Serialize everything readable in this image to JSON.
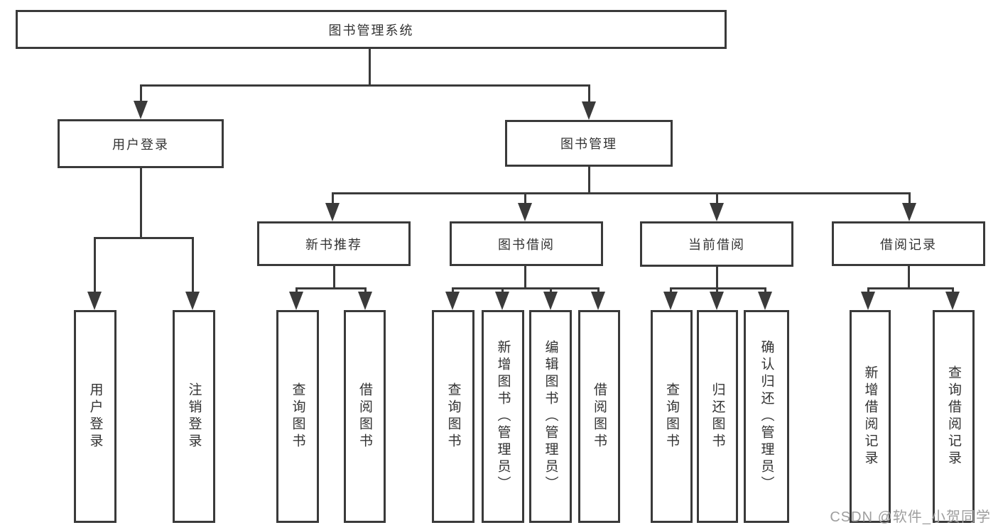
{
  "nodes": {
    "root": {
      "label": "图书管理系统"
    },
    "level2": [
      {
        "label": "用户登录"
      },
      {
        "label": "图书管理"
      }
    ],
    "level3": [
      {
        "label": "新书推荐"
      },
      {
        "label": "图书借阅"
      },
      {
        "label": "当前借阅"
      },
      {
        "label": "借阅记录"
      }
    ],
    "leaves": {
      "user_login": [
        {
          "label": "用户登录"
        },
        {
          "label": "注销登录"
        }
      ],
      "new_book": [
        {
          "label": "查询图书"
        },
        {
          "label": "借阅图书"
        }
      ],
      "book_borrow": [
        {
          "label": "查询图书"
        },
        {
          "label": "新增图书（管理员）"
        },
        {
          "label": "编辑图书（管理员）"
        },
        {
          "label": "借阅图书"
        }
      ],
      "current_borrow": [
        {
          "label": "查询图书"
        },
        {
          "label": "归还图书"
        },
        {
          "label": "确认归还（管理员）"
        }
      ],
      "borrow_records": [
        {
          "label": "新增借阅记录"
        },
        {
          "label": "查询借阅记录"
        }
      ]
    }
  },
  "watermark": {
    "text": "CSDN @软件_小贺同学"
  },
  "colors": {
    "line": "#3a3a3a",
    "box_border": "#3a3a3a",
    "box_fill": "#ffffff",
    "text": "#333333",
    "watermark_text": "#9e9e9e",
    "background": "#ffffff"
  }
}
